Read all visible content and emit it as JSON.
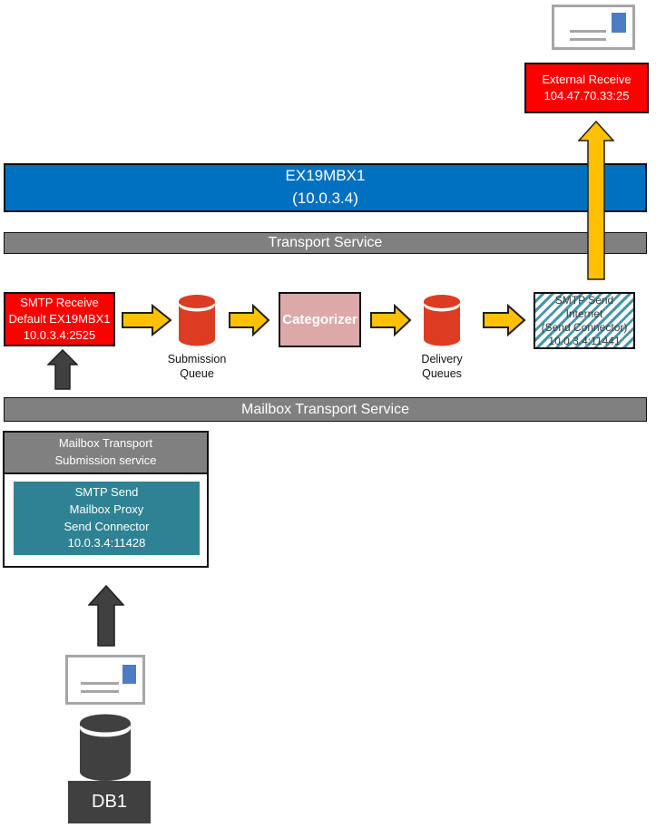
{
  "banners": {
    "server": "EX19MBX1\n(10.0.3.4)",
    "transport_service": "Transport Service",
    "mailbox_transport_service": "Mailbox Transport Service"
  },
  "nodes": {
    "external_receive": "External Receive\n104.47.70.33:25",
    "smtp_receive": "SMTP Receive\nDefault EX19MBX1\n10.0.3.4:2525",
    "categorizer": "Categorizer",
    "smtp_send_internet": "SMTP Send\nInternet\n(Send Connector)\n10.0.3.4:11441",
    "mailbox_submission_service": "Mailbox Transport\nSubmission service",
    "smtp_send_mailbox_proxy": "SMTP Send\nMailbox Proxy\nSend Connector\n10.0.3.4:11428",
    "db1": "DB1"
  },
  "labels": {
    "submission_queue": "Submission\nQueue",
    "delivery_queues": "Delivery\nQueues"
  },
  "icons": {
    "mail_out": "envelope-icon",
    "mail_in": "envelope-icon",
    "submission_queue": "red-cylinder-icon",
    "delivery_queues": "red-cylinder-icon",
    "database": "dark-cylinder-icon",
    "flow": "yellow-right-arrow-icon",
    "outbound": "yellow-up-arrow-icon",
    "submit": "dark-up-arrow-icon"
  },
  "colors": {
    "server_blue": "#0070C0",
    "banner_gray": "#808080",
    "alert_red": "#FE0000",
    "queue_red": "#DE3B23",
    "arrow_yellow": "#FFC000",
    "dark_gray": "#404040",
    "proxy_teal": "#2E8294",
    "categorizer_pink": "#DCA9A8",
    "hatch_teal": "#4796A6",
    "stamp_blue": "#4E7CC3"
  }
}
